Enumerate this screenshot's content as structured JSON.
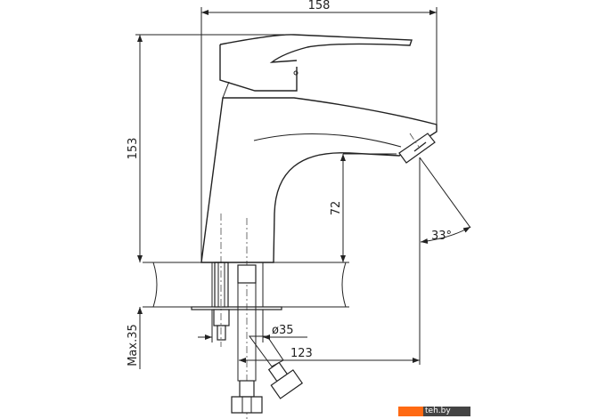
{
  "title": "Faucet technical drawing",
  "dimensions": {
    "width_total": "158",
    "height_total": "153",
    "spout_height": "72",
    "angle": "33°",
    "hole_diameter": "ø35",
    "spout_reach": "123",
    "max_thickness": "Max.35"
  },
  "watermark": "teh.by",
  "colors": {
    "line": "#222222",
    "watermark_orange": "#ff6a13",
    "watermark_dark": "#444444"
  }
}
